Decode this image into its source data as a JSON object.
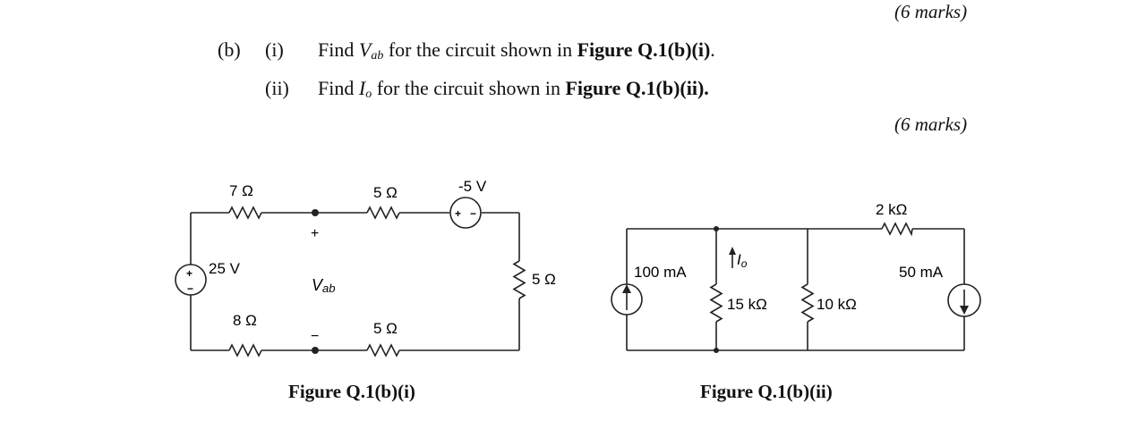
{
  "marks_top": "(6 marks)",
  "marks_mid": "(6 marks)",
  "question": {
    "part": "(b)",
    "i": {
      "num": "(i)",
      "pre": "Find",
      "var": "V",
      "var_sub": "ab",
      "mid": "for the circuit shown in",
      "fig": "Figure Q.1(b)(i)",
      "end": "."
    },
    "ii": {
      "num": "(ii)",
      "pre": "Find",
      "var": "I",
      "var_sub": "o",
      "mid": "for the circuit shown in",
      "fig": "Figure Q.1(b)(ii)."
    }
  },
  "figure1": {
    "caption": "Figure Q.1(b)(i)",
    "r_top_left": "7 Ω",
    "r_top_mid": "5 Ω",
    "v_source_top": "-5 V",
    "v_source_left": "25 V",
    "r_bottom_left": "8 Ω",
    "r_bottom_mid": "5 Ω",
    "r_right": "5 Ω",
    "vab_label": "V",
    "vab_sub": "ab",
    "plus": "+",
    "minus": "−",
    "src_plus": "+",
    "src_minus": "−",
    "src_top_plus": "+",
    "src_top_minus": "−"
  },
  "figure2": {
    "caption": "Figure Q.1(b)(ii)",
    "i_source_left": "100 mA",
    "i_source_right": "50 mA",
    "r_15k": "15 kΩ",
    "r_10k": "10 kΩ",
    "r_2k": "2 kΩ",
    "io_label": "I",
    "io_sub": "o"
  }
}
